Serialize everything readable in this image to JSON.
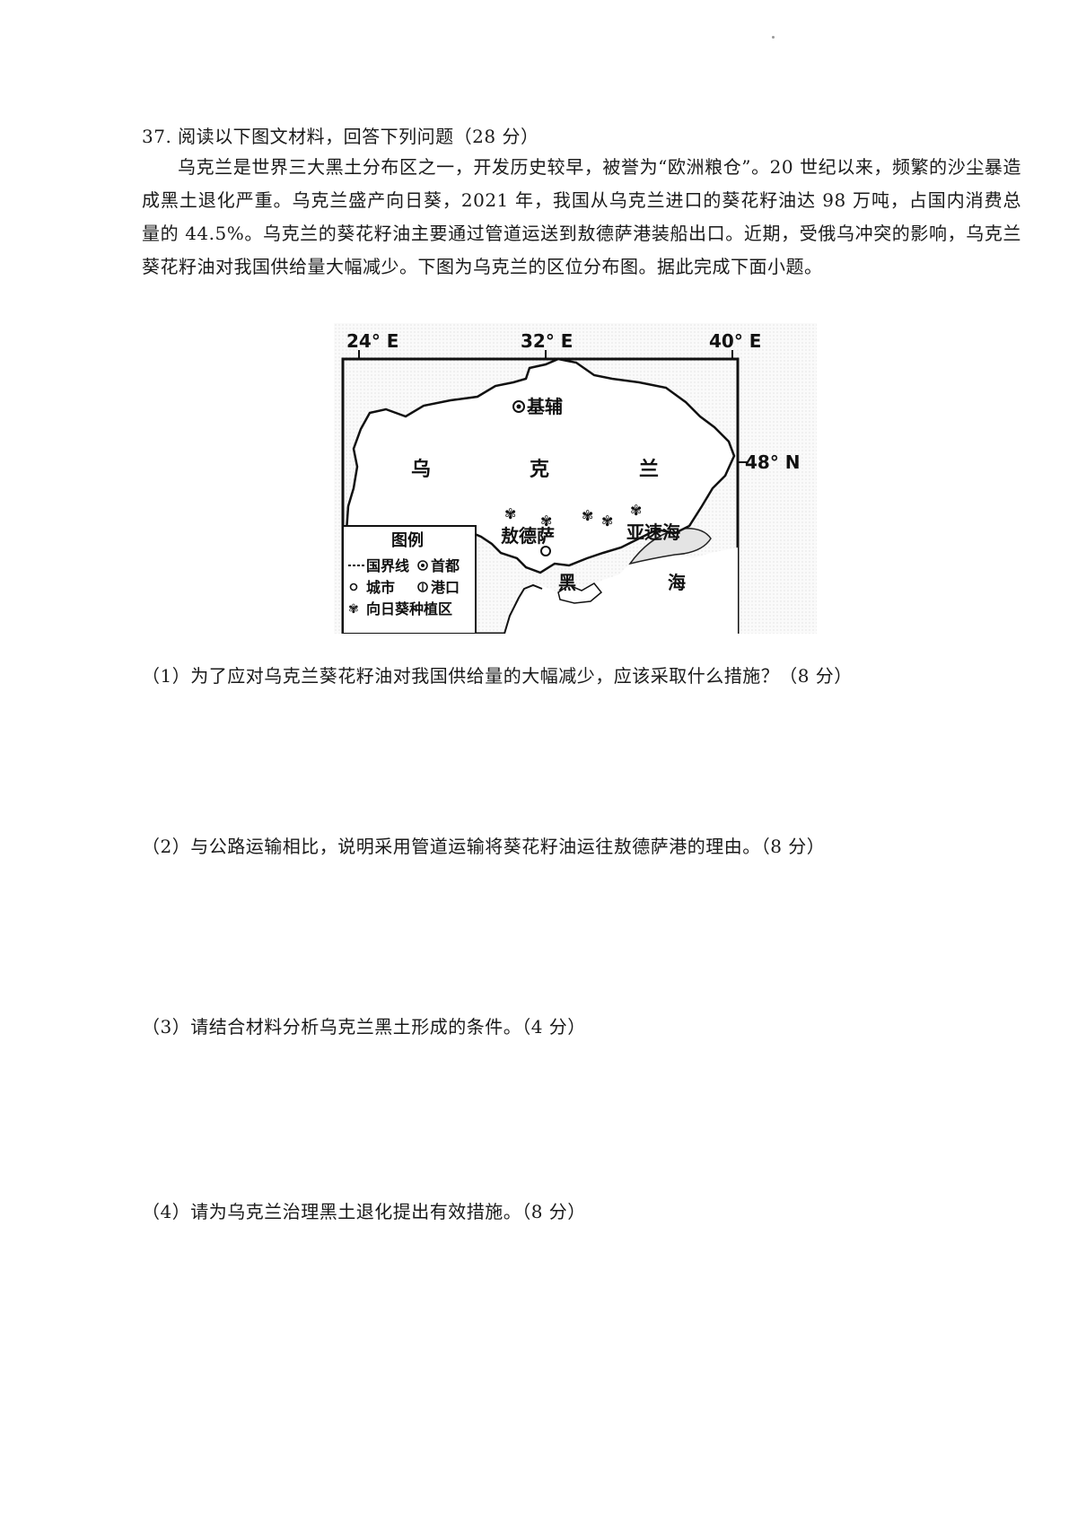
{
  "question": {
    "title": "37. 阅读以下图文材料，回答下列问题（28 分）",
    "paragraph": "乌克兰是世界三大黑土分布区之一，开发历史较早，被誉为“欧洲粮仓”。20 世纪以来，频繁的沙尘暴造成黑土退化严重。乌克兰盛产向日葵，2021 年，我国从乌克兰进口的葵花籽油达 98 万吨，占国内消费总量的 44.5%。乌克兰的葵花籽油主要通过管道运送到敖德萨港装船出口。近期，受俄乌冲突的影响，乌克兰葵花籽油对我国供给量大幅减少。下图为乌克兰的区位分布图。据此完成下面小题。"
  },
  "map": {
    "lon_labels": [
      "24° E",
      "32° E",
      "40° E"
    ],
    "lat_label": "48° N",
    "capital": "基辅",
    "country_chars": [
      "乌",
      "克",
      "兰"
    ],
    "city": "敖德萨",
    "azov_sea": "亚速海",
    "black_sea_chars": [
      "黑",
      "海"
    ],
    "legend": {
      "title": "图例",
      "border": "国界线",
      "capital": "首都",
      "city": "城市",
      "port": "港口",
      "sunflower": "向日葵种植区"
    }
  },
  "subquestions": [
    "（1）为了应对乌克兰葵花籽油对我国供给量的大幅减少，应该采取什么措施？（8 分）",
    "（2）与公路运输相比，说明采用管道运输将葵花籽油运往敖德萨港的理由。（8 分）",
    "（3）请结合材料分析乌克兰黑土形成的条件。（4 分）",
    "（4）请为乌克兰治理黑土退化提出有效措施。（8 分）"
  ]
}
